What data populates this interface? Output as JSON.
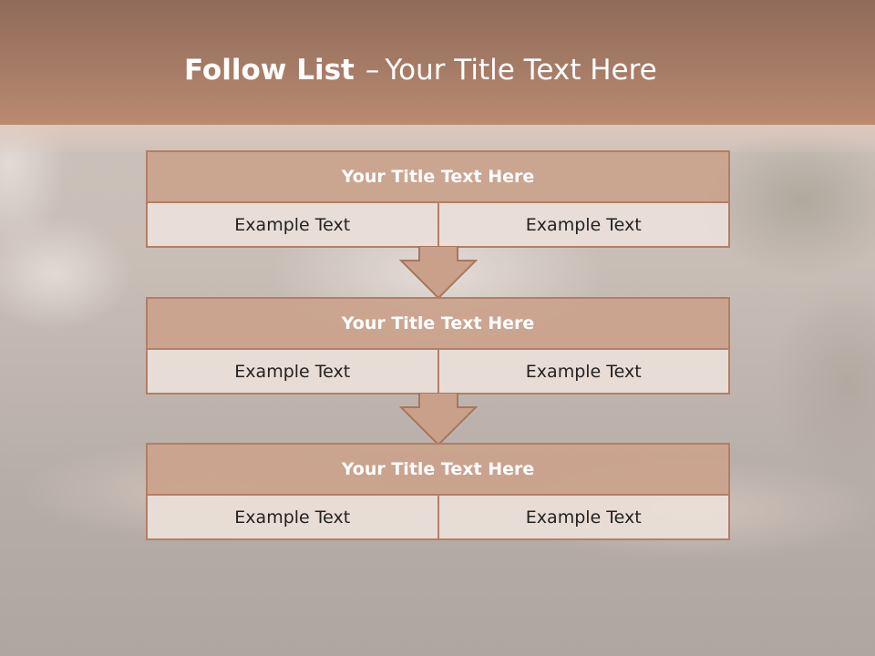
{
  "slide": {
    "title_bold": "Follow List",
    "title_separator": "–",
    "title_rest": "Your Title Text Here",
    "colors": {
      "header_band": "#a47a65",
      "block_border": "#b27f67",
      "block_head_fill": "#caa38c",
      "cell_fill": "#eadad8",
      "arrow_fill": "#c9a18a"
    },
    "blocks": [
      {
        "title": "Your Title Text Here",
        "left_text": "Example Text",
        "right_text": "Example Text"
      },
      {
        "title": "Your Title Text Here",
        "left_text": "Example Text",
        "right_text": "Example Text"
      },
      {
        "title": "Your Title Text Here",
        "left_text": "Example Text",
        "right_text": "Example Text"
      }
    ],
    "connectors": [
      "down-arrow-icon",
      "down-arrow-icon"
    ]
  }
}
